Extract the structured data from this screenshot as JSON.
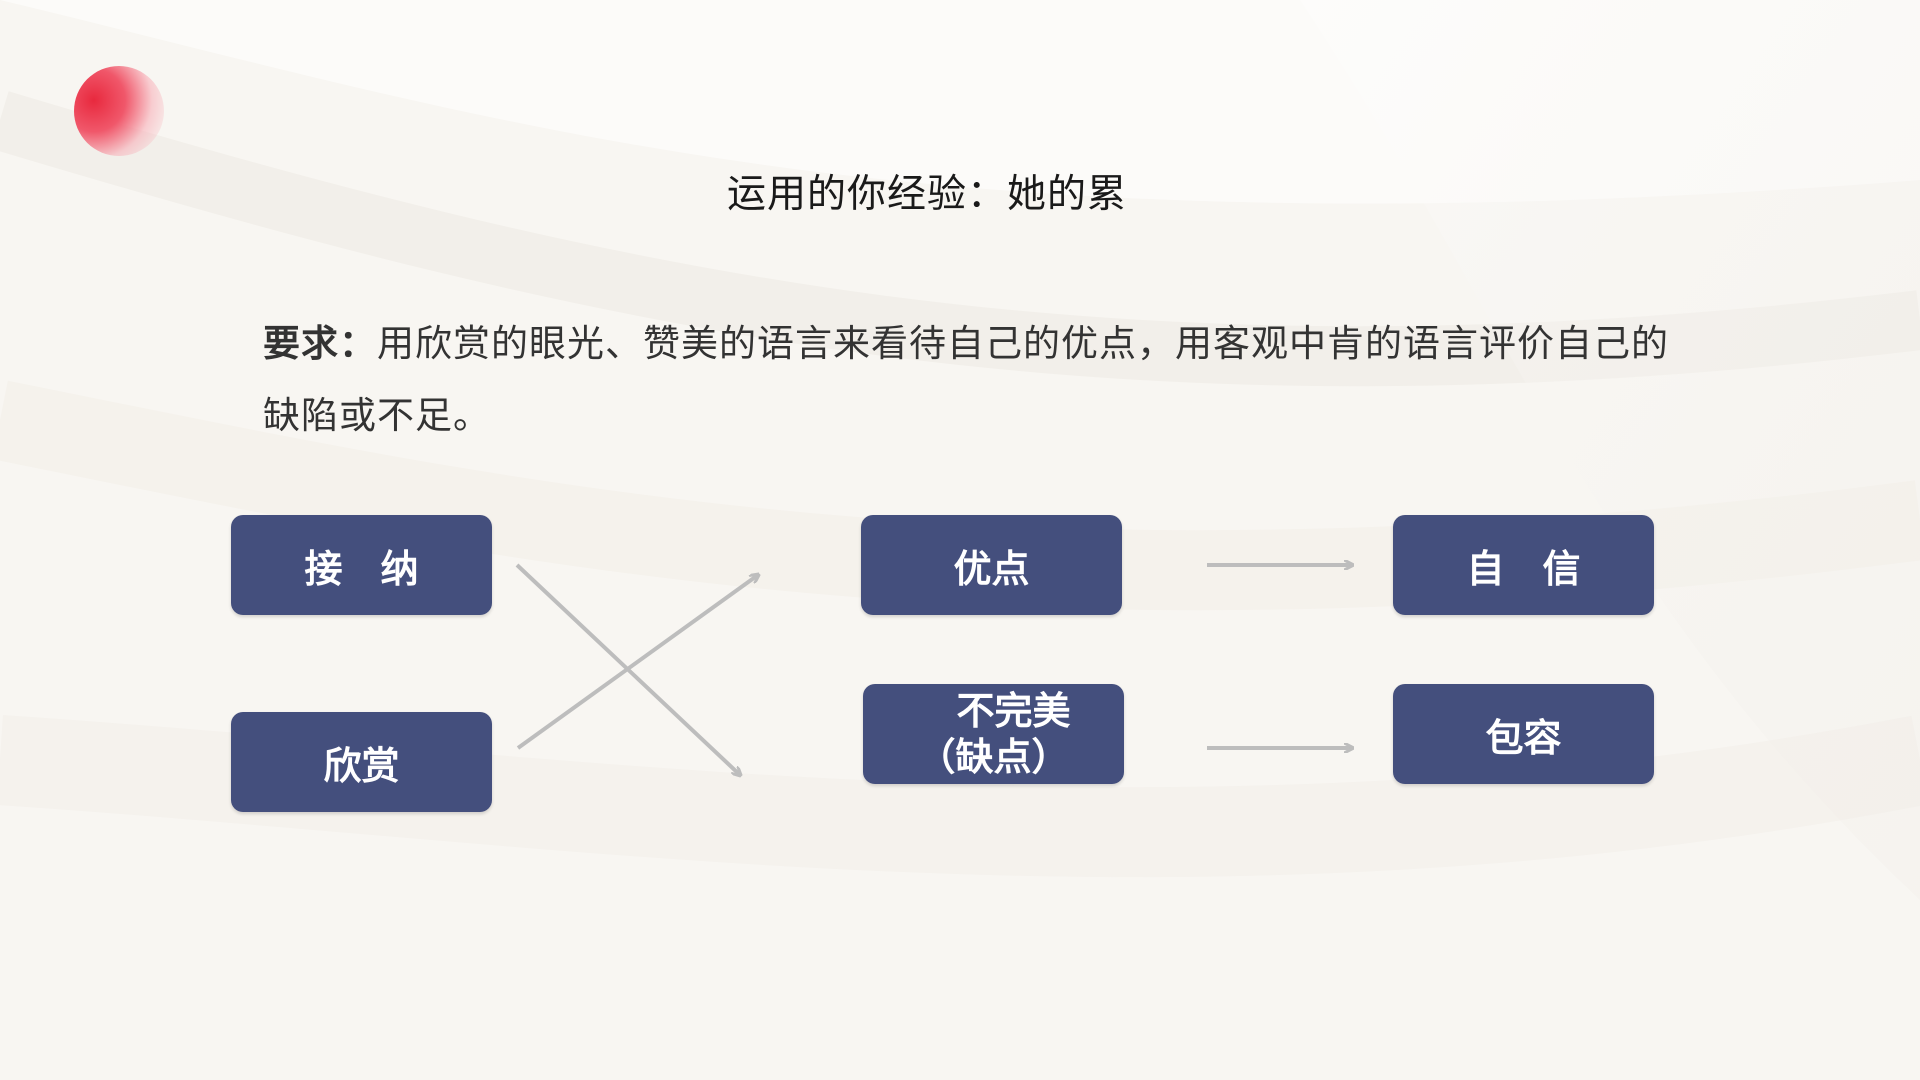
{
  "title": "运用的你经验：她的累",
  "requirement": {
    "label": "要求：",
    "text": "用欣赏的眼光、赞美的语言来看待自己的优点，用客观中肯的语言评价自己的缺陷或不足。"
  },
  "boxes": {
    "accept": "接纳",
    "appreciate": "欣赏",
    "strengths": "优点",
    "imperfect_line1": "不完美",
    "imperfect_line2": "（缺点）",
    "confidence": "自信",
    "tolerance": "包容"
  },
  "colors": {
    "box": "#444f7d",
    "arrow": "#bdbdbd",
    "accent": "#e8293e"
  }
}
